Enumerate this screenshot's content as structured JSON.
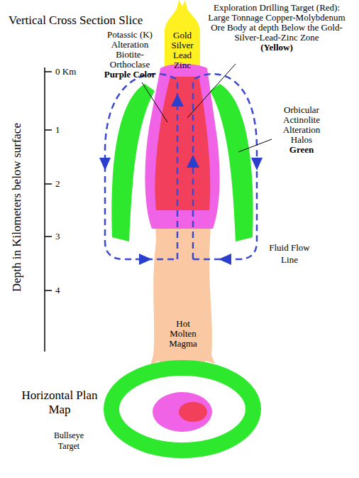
{
  "diagram": {
    "title": "Vertical Cross Section Slice",
    "nodes": [
      {
        "text": [
          "Gold Silver Lead Zinc"
        ]
      },
      {
        "text": [
          "Hot Molten Magma"
        ]
      }
    ],
    "labels": [
      "Exploration Drilling Target (Red): Large Tonnage Copper-Molybdenum Ore Body at depth Below the Gold-Silver-Lead-Zinc Zone",
      "(Yellow)",
      "Potassic (K) Alteration Biotite-Orthoclase",
      "Purple Color",
      "0 Km",
      "1",
      "2",
      "3",
      "4",
      "Depth in Kilometers below surface",
      "Orbicular Actinolite Alteration Halos",
      "Green",
      "Fluid Flow Line",
      "Horizontal Plan Map",
      "Bullseye Target"
    ]
  }
}
